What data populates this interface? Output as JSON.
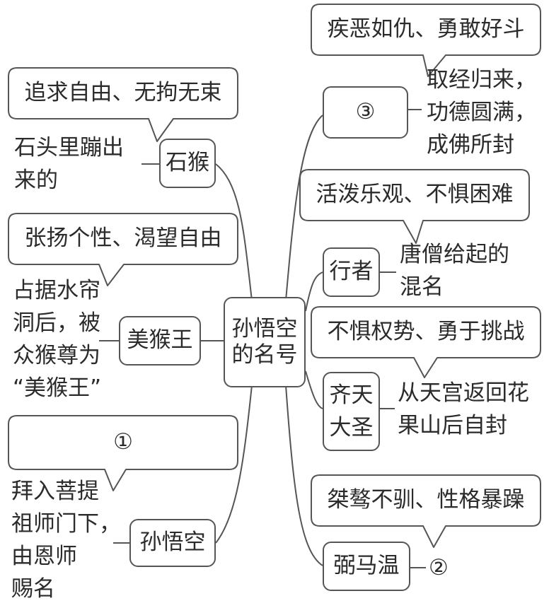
{
  "center": {
    "line1": "孙悟空",
    "line2": "的名号"
  },
  "branches": {
    "shihou": {
      "name": "石猴",
      "source": "石头里蹦出\n来的",
      "trait": "追求自由、无拘无束"
    },
    "meihouwang": {
      "name": "美猴王",
      "source": "占据水帘\n洞后，被\n众猴尊为\n“美猴王”",
      "trait": "张扬个性、渴望自由"
    },
    "sunwukong": {
      "name": "孙悟空",
      "source": "拜入菩提\n祖师门下，\n由恩师\n赐名",
      "trait": "①"
    },
    "blank3": {
      "name": "③",
      "source": "取经归来，\n功德圆满，\n成佛所封",
      "trait": "疾恶如仇、勇敢好斗"
    },
    "xingzhe": {
      "name": "行者",
      "source": "唐僧给起的\n混名",
      "trait": "活泼乐观、不惧困难"
    },
    "qitian": {
      "name_line1": "齐天",
      "name_line2": "大圣",
      "source": "从天宫返回花\n果山后自封",
      "trait": "不惧权势、勇于挑战"
    },
    "bimawen": {
      "name": "弼马温",
      "source": "②",
      "trait": "桀骜不驯、性格暴躁"
    }
  }
}
